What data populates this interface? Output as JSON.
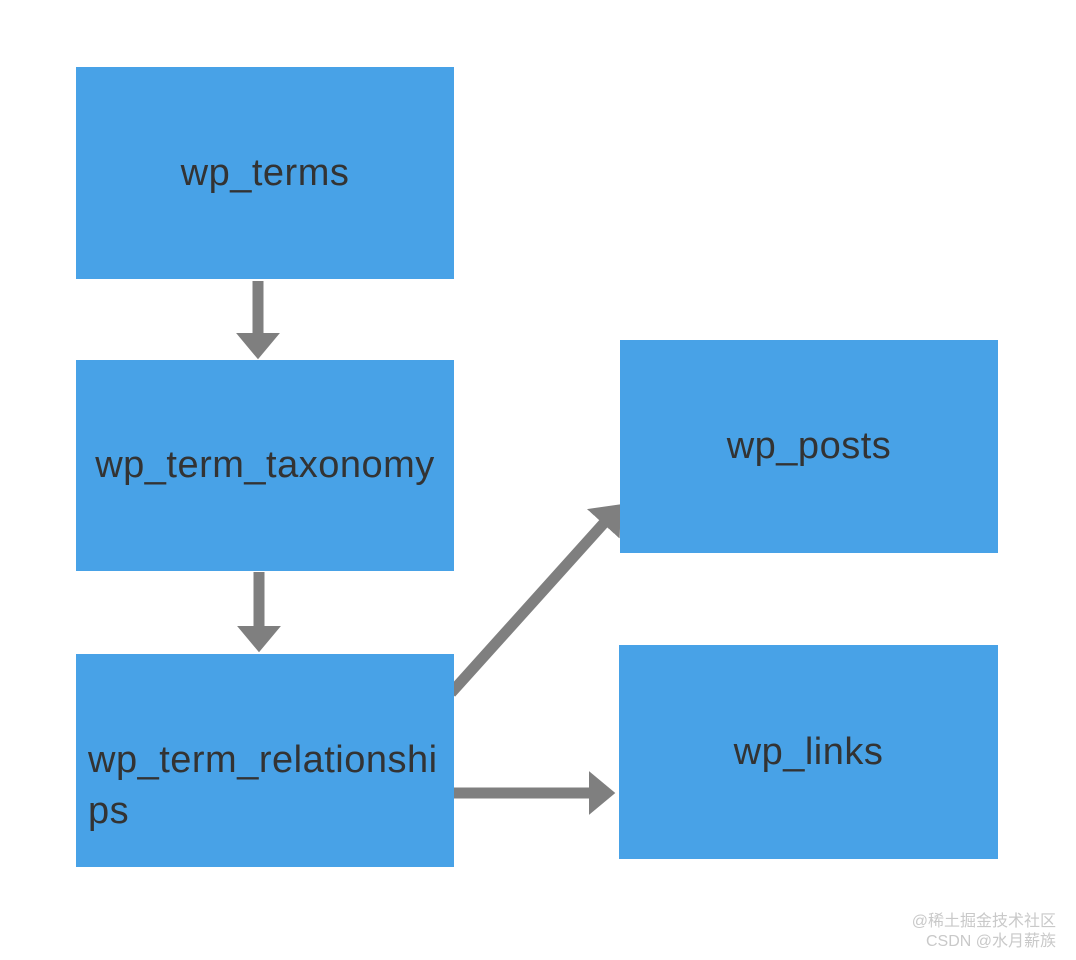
{
  "diagram": {
    "type": "entity-relationship",
    "nodes": [
      {
        "id": "wp_terms",
        "label": "wp_terms"
      },
      {
        "id": "wp_term_taxonomy",
        "label": "wp_term_taxonomy"
      },
      {
        "id": "wp_term_relationships",
        "label": "wp_term_relationships"
      },
      {
        "id": "wp_posts",
        "label": "wp_posts"
      },
      {
        "id": "wp_links",
        "label": "wp_links"
      }
    ],
    "edges": [
      {
        "from": "wp_terms",
        "to": "wp_term_taxonomy",
        "direction": "down"
      },
      {
        "from": "wp_term_taxonomy",
        "to": "wp_term_relationships",
        "direction": "down"
      },
      {
        "from": "wp_term_relationships",
        "to": "wp_posts",
        "direction": "up-right"
      },
      {
        "from": "wp_term_relationships",
        "to": "wp_links",
        "direction": "right"
      }
    ]
  },
  "colors": {
    "node_fill": "#48a2e7",
    "node_text": "#333333",
    "arrow": "#7f7f7f",
    "background": "#ffffff",
    "watermark": "#c9c9c9"
  },
  "watermark": {
    "line1": "@稀土掘金技术社区",
    "line2": "CSDN @水月薪族"
  }
}
